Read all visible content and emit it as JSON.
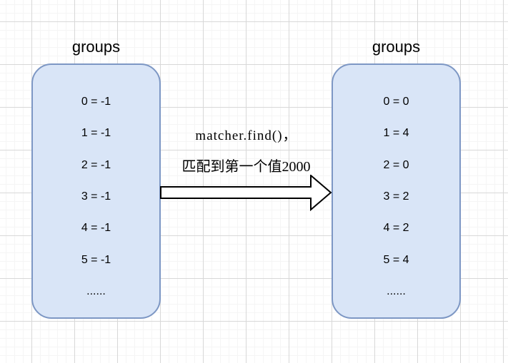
{
  "diagram": {
    "left_group": {
      "title": "groups",
      "rows": [
        "0 = -1",
        "1 = -1",
        "2 = -1",
        "3 = -1",
        "4 = -1",
        "5 = -1",
        "......"
      ]
    },
    "right_group": {
      "title": "groups",
      "rows": [
        "0 = 0",
        "1 = 4",
        "2 = 0",
        "3 = 2",
        "4 = 2",
        "5 = 4",
        "......"
      ]
    },
    "transition": {
      "label_line1": "matcher.find()，",
      "label_line2": "匹配到第一个值2000"
    },
    "colors": {
      "box_fill": "#d9e5f7",
      "box_border": "#7d97c4",
      "arrow_fill": "#ffffff",
      "arrow_stroke": "#000000",
      "grid_minor": "#f5f5f5",
      "grid_major": "#d8d8d8",
      "text_color": "#000000"
    }
  }
}
